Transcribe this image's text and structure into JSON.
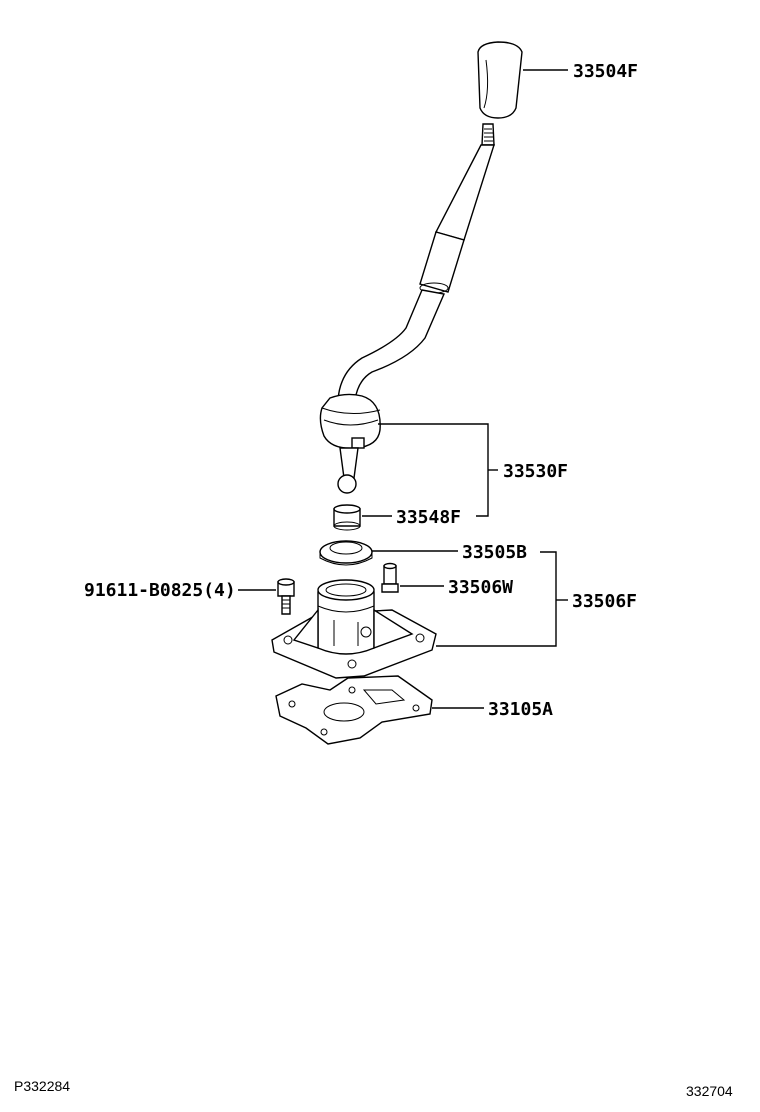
{
  "parts": {
    "knob": "33504F",
    "lever_assy": "33530F",
    "bushing": "33548F",
    "seal": "33505B",
    "pin": "33506W",
    "retainer_assy": "33506F",
    "bolt": "91611-B0825(4)",
    "gasket": "33105A"
  },
  "footer": {
    "left_code": "P332284",
    "right_code": "332704"
  }
}
